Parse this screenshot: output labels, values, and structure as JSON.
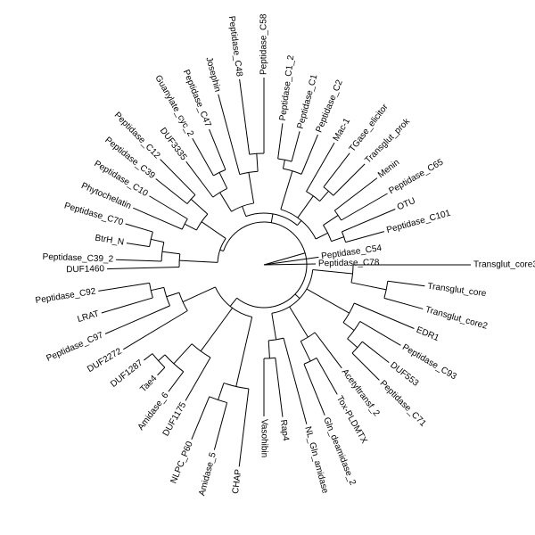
{
  "tree": {
    "leaves": [
      "Transglut_core3",
      "Transglut_core",
      "Transglut_core2",
      "EDR1",
      "Peptidase_C93",
      "DUF553",
      "Peptidase_C71",
      "Acetyltransf_2",
      "Tox-PLDMTX",
      "Gln_deamidase_2",
      "NL_Gln_amidase",
      "Rap4",
      "Vasohibin",
      "CHAP",
      "Amidase_5",
      "NLPC_P60",
      "DUF1175",
      "Amidase_6",
      "Tae4",
      "DUF1287",
      "DUF2272",
      "Peptidase_C97",
      "LRAT",
      "Peptidase_C92",
      "DUF1460",
      "Peptidase_C39_2",
      "BtrH_N",
      "Peptidase_C70",
      "Phytochelatin",
      "Peptidase_C10",
      "Peptidase_C39",
      "Peptidase_C12",
      "DUF3335",
      "Guanylate_cyc_2",
      "Peptidase_C47",
      "Josephin",
      "Peptidase_C48",
      "Peptidase_C58",
      "Peptidase_C1_2",
      "Peptidase_C1",
      "Peptidase_C2",
      "Mac-1",
      "TGase_elicitor",
      "Transglut_prok",
      "Menin",
      "Peptidase_C65",
      "OTU",
      "Peptidase_C101",
      "Peptidase_C54",
      "Peptidase_C78"
    ]
  }
}
